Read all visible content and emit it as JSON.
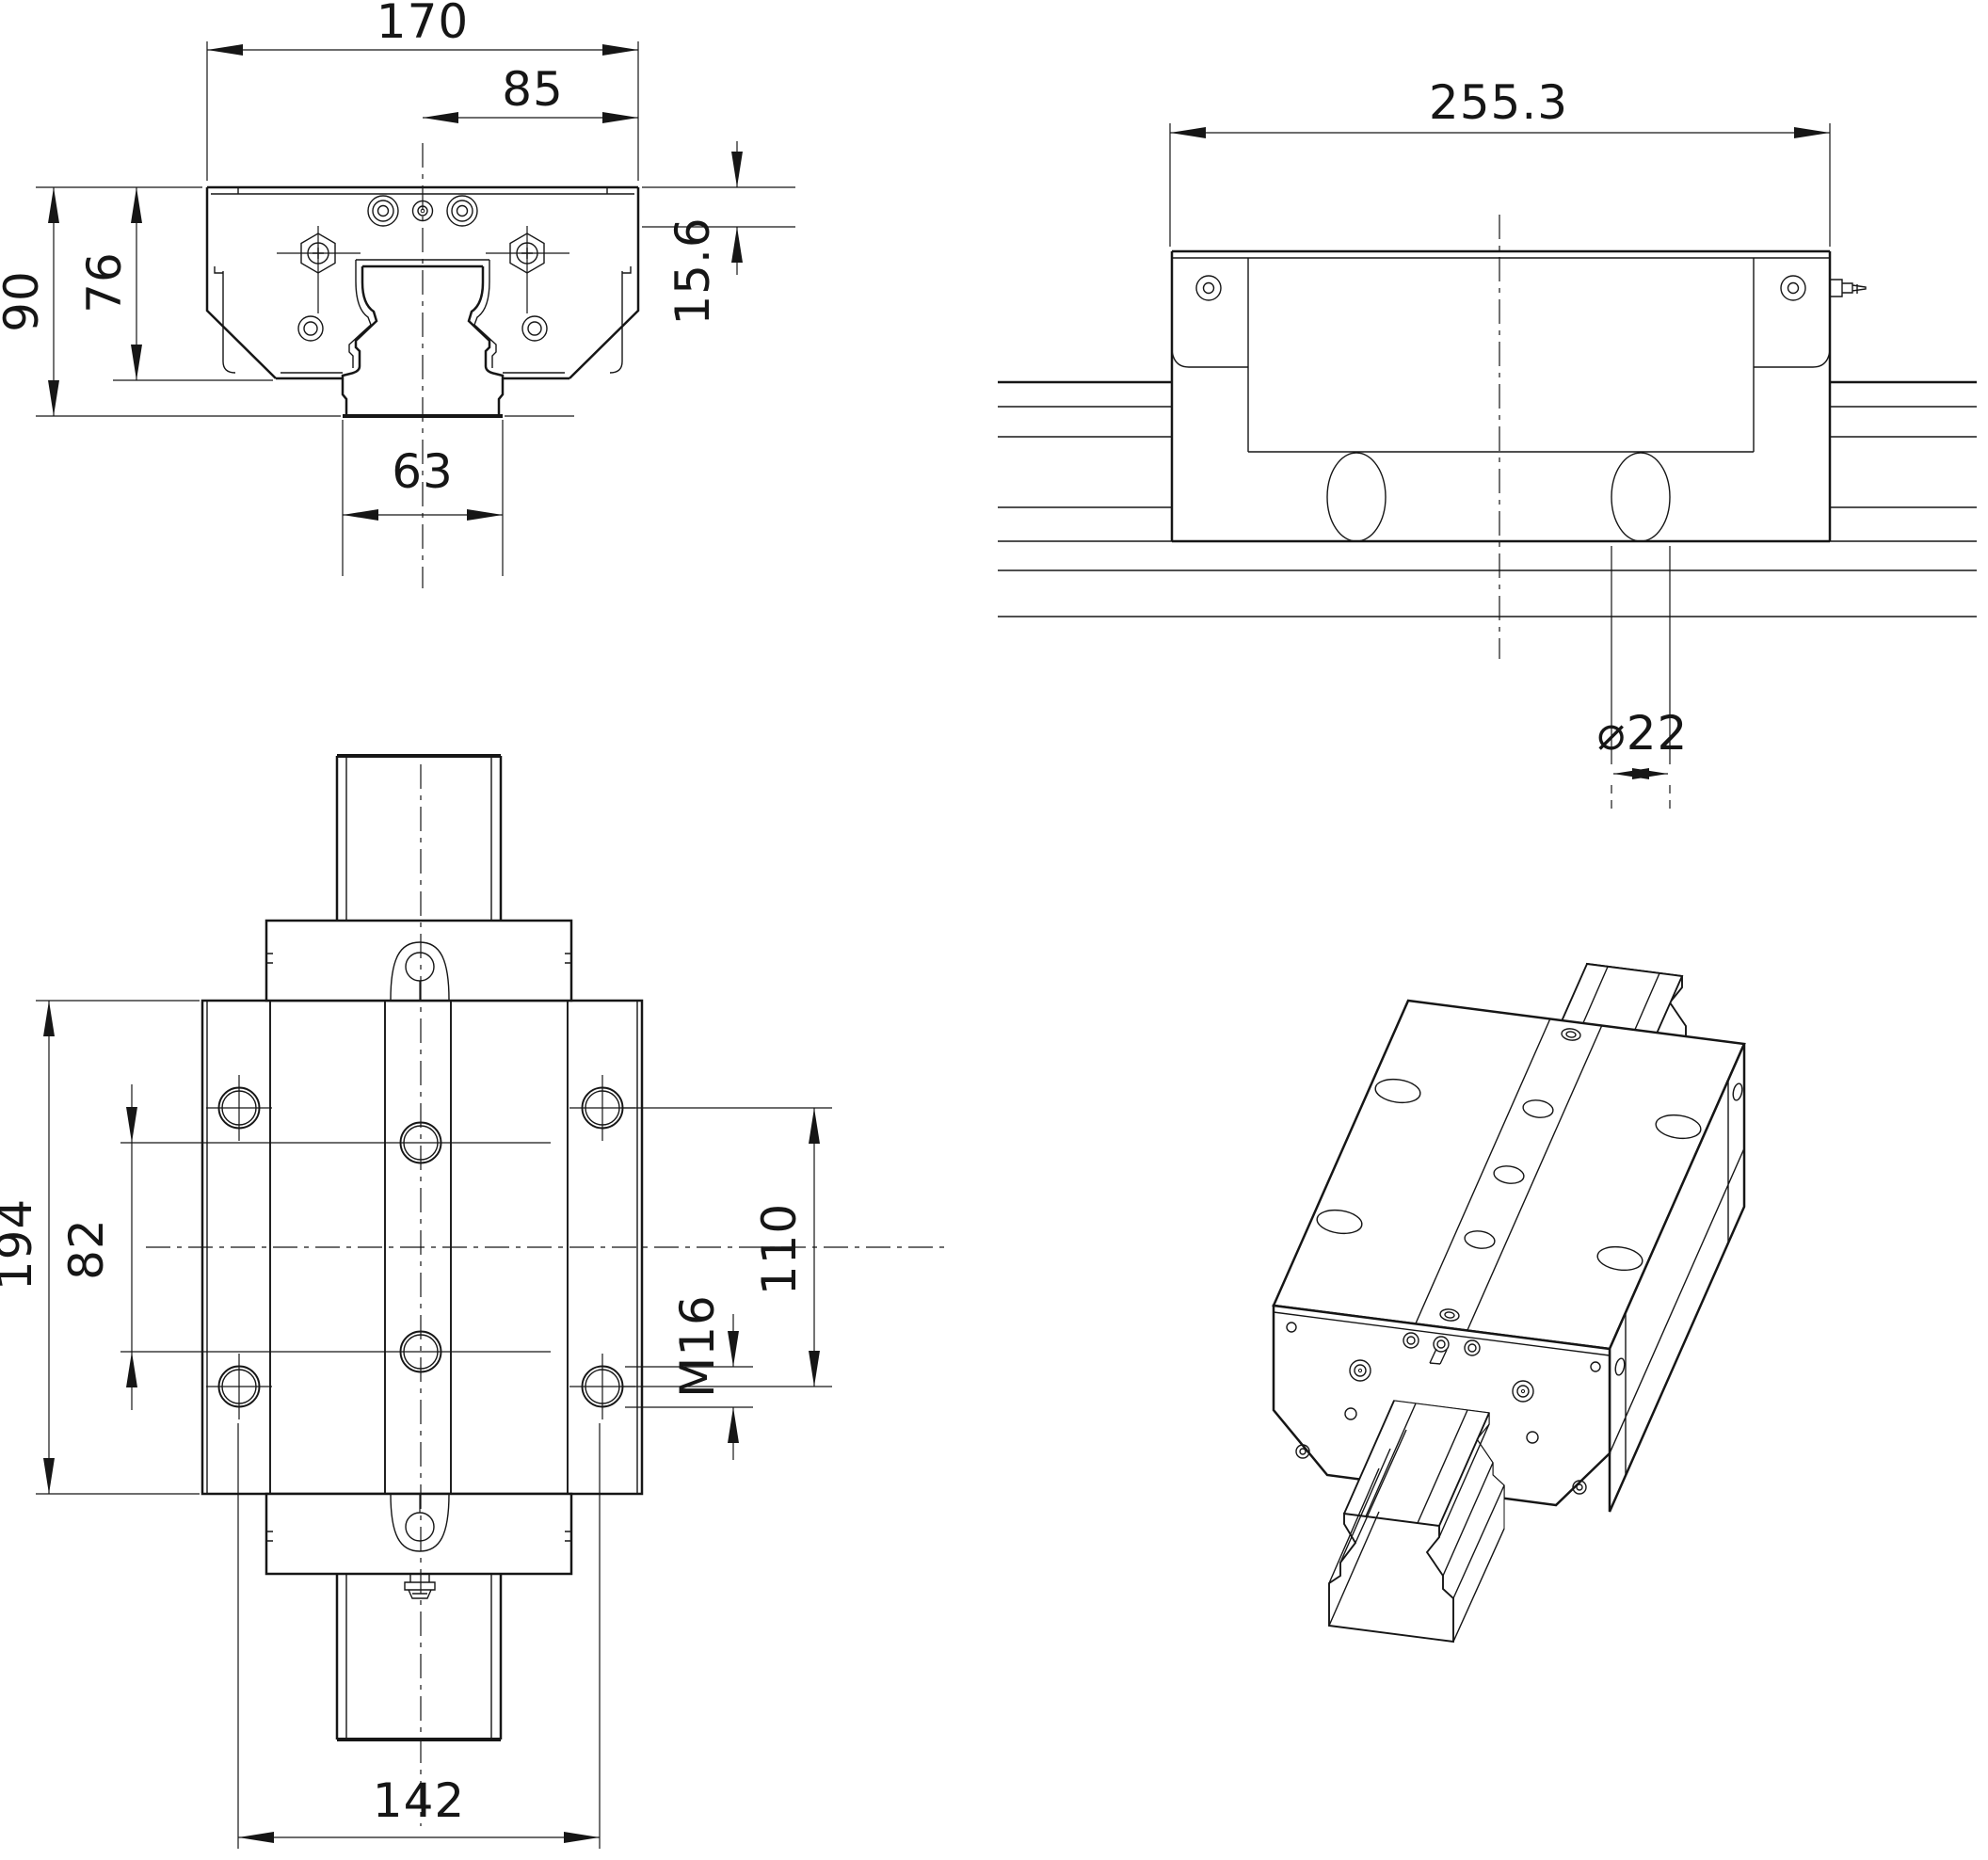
{
  "drawing": {
    "kind": "technical-drawing",
    "colors": {
      "line": "#161616",
      "background": "#ffffff"
    },
    "views": {
      "front": {
        "dims": {
          "width": "170",
          "half_width": "85",
          "height": "90",
          "block_height": "76",
          "top_step": "15.6",
          "rail_width": "63"
        }
      },
      "side": {
        "dims": {
          "length": "255.3",
          "hole_dia": "⌀22"
        }
      },
      "plan": {
        "dims": {
          "length": "194",
          "rail_hole_pitch": "82",
          "hole_pitch_long": "110",
          "thread": "M16",
          "hole_pitch_cross": "142"
        }
      }
    }
  }
}
